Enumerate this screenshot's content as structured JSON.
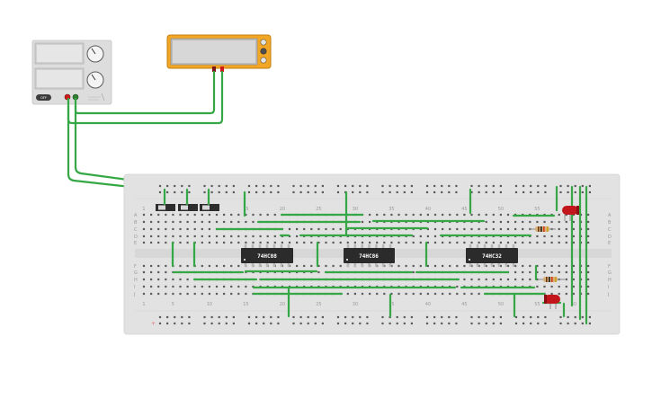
{
  "breadboard": {
    "column_numbers": [
      "1",
      "5",
      "10",
      "15",
      "20",
      "25",
      "30",
      "35",
      "40",
      "45",
      "50",
      "55",
      "60"
    ],
    "row_letters_top": [
      "A",
      "B",
      "C",
      "D",
      "E"
    ],
    "row_letters_bottom": [
      "F",
      "G",
      "H",
      "I",
      "J"
    ]
  },
  "chips": [
    {
      "name": "74HC08"
    },
    {
      "name": "74HC86"
    },
    {
      "name": "74HC32"
    }
  ],
  "power_supply": {
    "output_label": "OFF"
  },
  "colors": {
    "wire": "#35a845",
    "breadboard": "#e2e2e2",
    "multimeter_body": "#f2a625",
    "chip_body": "#2b2b2b",
    "led": "#c2161c",
    "probe_red": "#d01a1a"
  }
}
